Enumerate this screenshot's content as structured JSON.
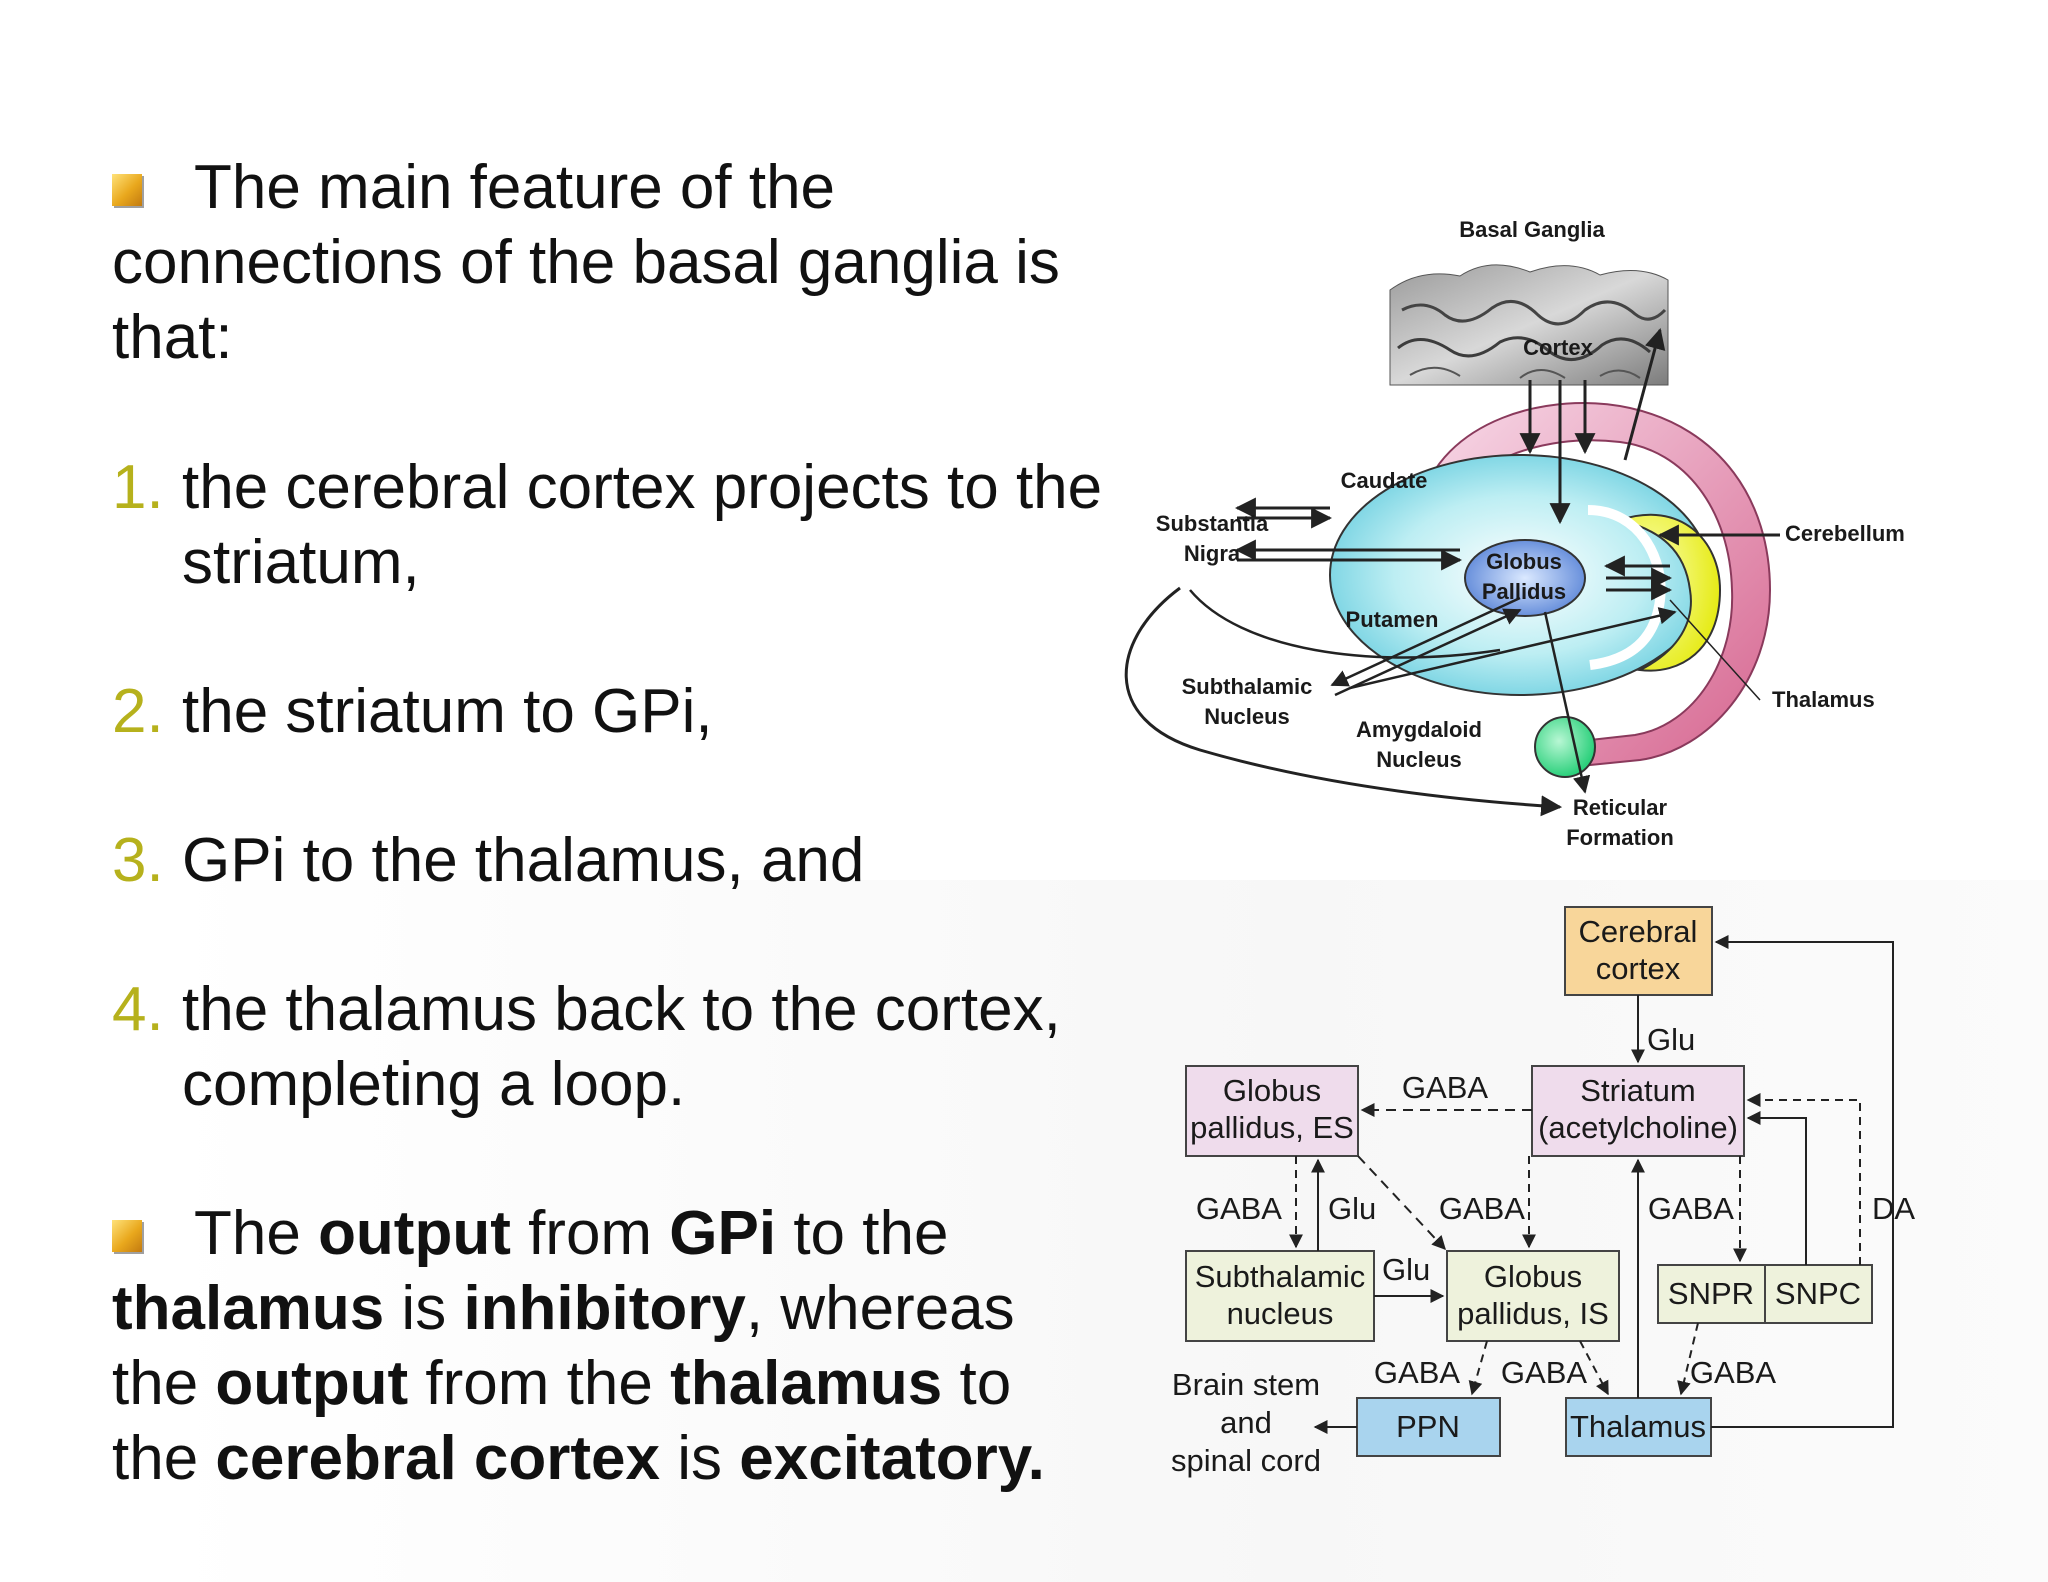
{
  "slide": {
    "intro": "The main feature of the connections of the basal ganglia is that:",
    "list": [
      {
        "num": "1.",
        "text": "the cerebral cortex projects to the striatum,"
      },
      {
        "num": "2.",
        "text": "the striatum to GPi,"
      },
      {
        "num": "3.",
        "text": "GPi to the thalamus, and"
      },
      {
        "num": "4.",
        "text": "the thalamus back to the cortex, completing a loop."
      }
    ],
    "output_statement": {
      "s1": "The ",
      "b1": "output",
      "s2": " from ",
      "b2": "GPi",
      "s3": " to the ",
      "b3": "thalamus",
      "s4": " is ",
      "b4": "inhibitory",
      "s5": ", whereas the ",
      "b5": "output",
      "s6": " from the ",
      "b6": "thalamus",
      "s7": " to the ",
      "b7": "cerebral cortex",
      "s8": " is ",
      "b8": "excitatory."
    },
    "bullet_icon": "square-bullet-icon",
    "list_number_color": "#b6b11c"
  },
  "anatomy_diagram": {
    "title": "Basal Ganglia",
    "labels": {
      "cortex": "Cortex",
      "caudate": "Caudate",
      "substantia_1": "Substantia",
      "substantia_2": "Nigra",
      "globus": "Globus",
      "pallidus": "Pallidus",
      "cerebellum": "Cerebellum",
      "putamen": "Putamen",
      "thalamus": "Thalamus",
      "subthalamic_1": "Subthalamic",
      "subthalamic_2": "Nucleus",
      "amygdaloid_1": "Amygdaloid",
      "amygdaloid_2": "Nucleus",
      "reticular_1": "Reticular",
      "reticular_2": "Formation"
    }
  },
  "flow_diagram": {
    "boxes": {
      "cerebral_cortex": [
        "Cerebral",
        "cortex"
      ],
      "globus_es": [
        "Globus",
        "pallidus, ES"
      ],
      "striatum": [
        "Striatum",
        "(acetylcholine)"
      ],
      "subthalamic": [
        "Subthalamic",
        "nucleus"
      ],
      "globus_is": [
        "Globus",
        "pallidus, IS"
      ],
      "snpr": "SNPR",
      "snpc": "SNPC",
      "ppn": "PPN",
      "thalamus": "Thalamus",
      "brainstem": [
        "Brain stem",
        "and",
        "spinal cord"
      ]
    },
    "edge_labels": {
      "glu_cortex_striatum": "Glu",
      "gaba_striatum_es": "GABA",
      "gaba_es_stn": "GABA",
      "glu_stn_es": "Glu",
      "gaba_striatum_is": "GABA",
      "gaba_striatum_snpr": "GABA",
      "da_snpc": "DA",
      "glu_stn_is": "Glu",
      "gaba_is_ppn": "GABA",
      "gaba_is_thalamus": "GABA",
      "gaba_snpr_thalamus": "GABA"
    },
    "colors": {
      "cortex_box": "#f8d69a",
      "purple_box": "#efdcec",
      "green_box": "#eef2dc",
      "blue_box": "#a9d4ee"
    }
  }
}
